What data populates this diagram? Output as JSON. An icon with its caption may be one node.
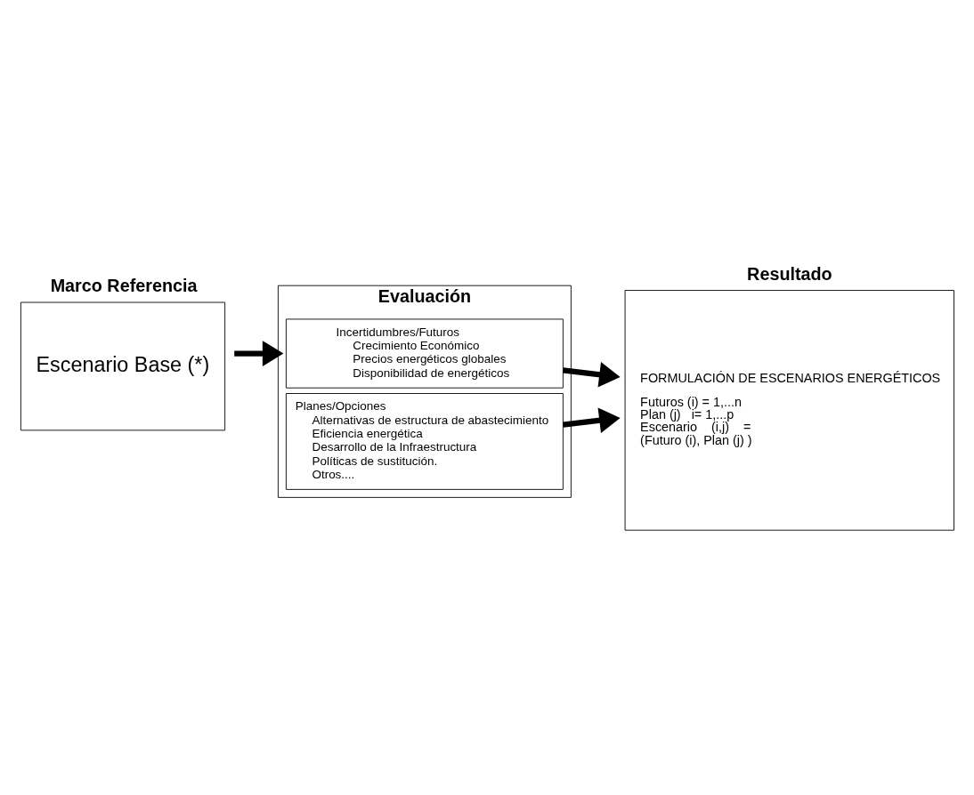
{
  "diagram": {
    "nodes": [
      {
        "text": [
          "Marco Referencia",
          "Escenario Base (*)"
        ]
      },
      {
        "text": [
          "Evaluación"
        ]
      },
      {
        "text": [
          "Incertidumbres/Futuros",
          "Crecimiento Económico",
          "Precios energéticos globales",
          "Disponibilidad de energéticos"
        ],
        "in": 1
      },
      {
        "text": [
          "Planes/Opciones",
          "Alternativas de estructura de abastecimiento",
          "Eficiencia energética",
          "Desarrollo de la Infraestructura",
          "Políticas de sustitución.",
          "Otros...."
        ],
        "in": 1
      },
      {
        "text": [
          "Resultado",
          "FORMULACIÓN DE ESCENARIOS ENERGÉTICOS",
          "Futuros (i) = 1,...n",
          "Plan (j)   i= 1,...p",
          "Escenario    (i,j)    =",
          "(Futuro (i), Plan (j) )"
        ]
      }
    ],
    "edges": [
      {
        "from": 0,
        "to": 1,
        "arrow": "to"
      },
      {
        "from": 2,
        "to": 4,
        "arrow": "to"
      },
      {
        "from": 3,
        "to": 4,
        "arrow": "to"
      }
    ]
  }
}
